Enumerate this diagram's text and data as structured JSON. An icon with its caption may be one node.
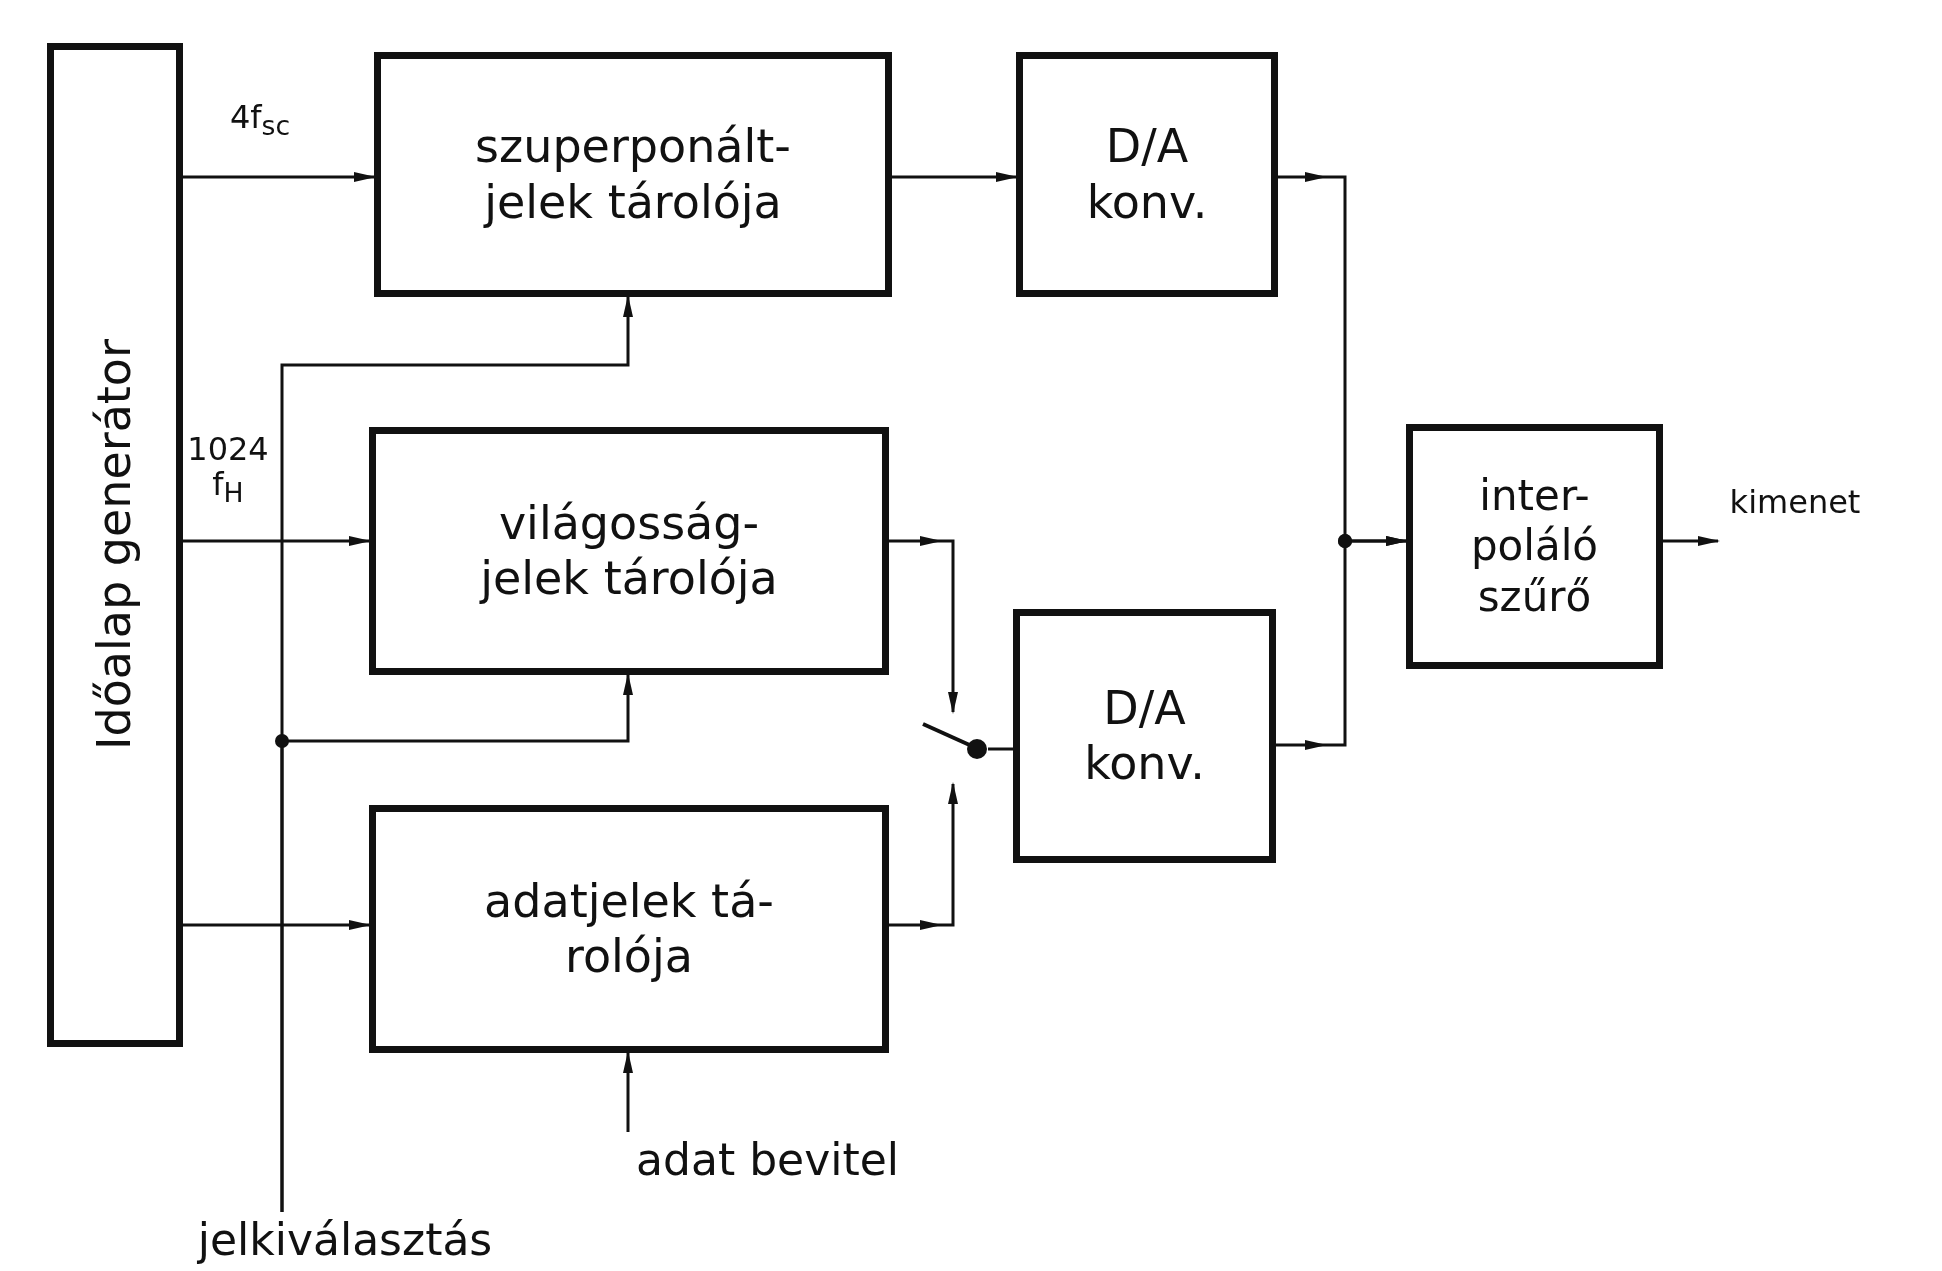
{
  "diagram": {
    "nodes": [
      {
        "text": [
          "Időalap generátor"
        ]
      },
      {
        "text": [
          "szuperponált- jelek tárolója"
        ]
      },
      {
        "text": [
          "világosság- jelek tárolója"
        ]
      },
      {
        "text": [
          "adatjelek tá- rolója"
        ]
      },
      {
        "text": [
          "D/A konv."
        ]
      },
      {
        "text": [
          "D/A konv."
        ]
      },
      {
        "text": [
          "inter- poláló szűrő"
        ]
      },
      {
        "text": [],
        "shape": "switch"
      },
      {
        "text": [
          "adat bevitel"
        ]
      },
      {
        "text": [
          "jelkiválasztás"
        ]
      }
    ],
    "edges": [
      {
        "from": 0,
        "to": 1,
        "arrow": "to",
        "label": "4f$_{sc}$"
      },
      {
        "from": 0,
        "to": 2,
        "arrow": "to",
        "label": "1024 f$_{H}$"
      },
      {
        "from": 0,
        "to": 3,
        "arrow": "to"
      },
      {
        "from": 9,
        "to": 1,
        "arrow": "to"
      },
      {
        "from": 9,
        "to": 2,
        "arrow": "to"
      },
      {
        "from": 8,
        "to": 3,
        "arrow": "to"
      },
      {
        "from": 1,
        "to": 4,
        "arrow": "to"
      },
      {
        "from": 2,
        "to": 7,
        "arrow": "to"
      },
      {
        "from": 3,
        "to": 7,
        "arrow": "to"
      },
      {
        "from": 7,
        "to": 5,
        "arrow": "none"
      },
      {
        "from": 4,
        "to": 6,
        "arrow": "to"
      },
      {
        "from": 5,
        "to": 6,
        "arrow": "to"
      },
      {
        "from": 6,
        "to": null,
        "arrow": "to",
        "label": "kimenet"
      }
    ]
  }
}
